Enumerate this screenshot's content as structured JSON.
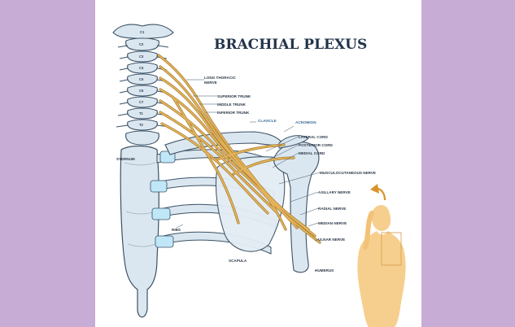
{
  "title": "BRACHIAL PLEXUS",
  "vertebrae": [
    "C1",
    "C2",
    "C3",
    "C4",
    "C5",
    "C6",
    "C7",
    "T1",
    "T2"
  ],
  "labels": {
    "long_thoracic_nerve": [
      "LONG THORACIC",
      "NERVE"
    ],
    "superior_trunk": "SUPERIOR TRUNK",
    "middle_trunk": "MIDDLE TRUNK",
    "inferior_trunk": "INFERIOR TRUNK",
    "clavicle": "CLAVICLE",
    "acromion": "ACROMION",
    "lateral_cord": "LATERAL CORD",
    "posterior_cord": "POSTERIOR CORD",
    "medial_cord": "MEDIAL CORD",
    "musculocutaneous_nerve": "MUSCULOCUTANEOUS NERVE",
    "axillary_nerve": "AXILLARY NERVE",
    "radial_nerve": "RADIAL NERVE",
    "median_nerve": "MEDIAN NERVE",
    "ulnar_nerve": "ULNAR NERVE",
    "sternum": "STERNUM",
    "ribs": "RIBS",
    "scapula": "SCAPULA",
    "humerus": "HUMERUS"
  },
  "colors": {
    "background": "#c7acd6",
    "bone": "#dbe7f0",
    "bone_outline": "#3b5266",
    "cartilage": "#bfe7f7",
    "nerve": "#e3b25a",
    "nerve_outline": "#9c7428",
    "skin": "#f6cf8e",
    "arrow": "#d9932c"
  }
}
